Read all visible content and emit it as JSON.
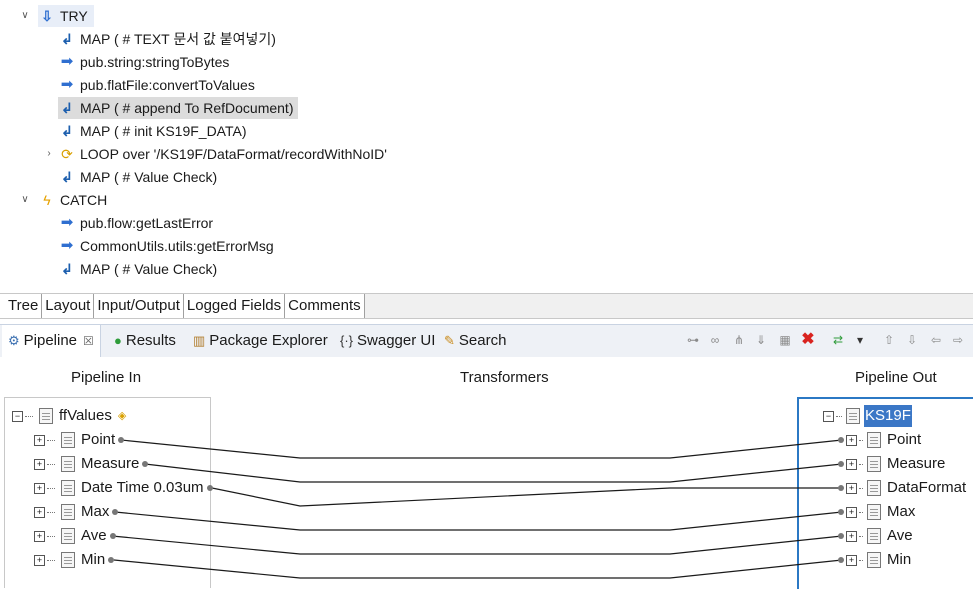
{
  "tree": {
    "items": [
      {
        "label": "TRY",
        "icon": "down-arrow-icon"
      },
      {
        "label": "MAP (  # TEXT 문서 값 붙여넣기)",
        "icon": "map-icon"
      },
      {
        "label": "pub.string:stringToBytes",
        "icon": "invoke-arrow-icon"
      },
      {
        "label": "pub.flatFile:convertToValues",
        "icon": "invoke-arrow-icon"
      },
      {
        "label": "MAP (  # append To RefDocument)",
        "icon": "map-icon"
      },
      {
        "label": "MAP (  # init KS19F_DATA)",
        "icon": "map-icon"
      },
      {
        "label": "LOOP over '/KS19F/DataFormat/recordWithNoID'",
        "icon": "loop-icon"
      },
      {
        "label": "MAP (  # Value Check)",
        "icon": "map-icon"
      },
      {
        "label": "CATCH",
        "icon": "catch-lightning-icon"
      },
      {
        "label": "pub.flow:getLastError",
        "icon": "invoke-arrow-icon"
      },
      {
        "label": "CommonUtils.utils:getErrorMsg",
        "icon": "invoke-arrow-icon"
      },
      {
        "label": "MAP (  # Value Check)",
        "icon": "map-icon"
      }
    ]
  },
  "bottom_tabs": [
    "Tree",
    "Layout",
    "Input/Output",
    "Logged Fields",
    "Comments"
  ],
  "view_tabs": {
    "pipeline": "Pipeline",
    "pipeline_close": "☒",
    "results": "Results",
    "package_explorer": "Package Explorer",
    "swagger": "Swagger UI",
    "search": "Search"
  },
  "pipeline": {
    "in_header": "Pipeline In",
    "transformers_header": "Transformers",
    "out_header": "Pipeline Out",
    "in_root": "ffValues",
    "in_fields": [
      "Point",
      "Measure",
      "Date Time 0.03um",
      "Max",
      "Ave",
      "Min"
    ],
    "out_root": "KS19F",
    "out_fields": [
      "Point",
      "Measure",
      "DataFormat",
      "Max",
      "Ave",
      "Min"
    ]
  },
  "colors": {
    "accent": "#2b78c4",
    "close_red": "#d9231f",
    "map_blue": "#1d5fae"
  }
}
